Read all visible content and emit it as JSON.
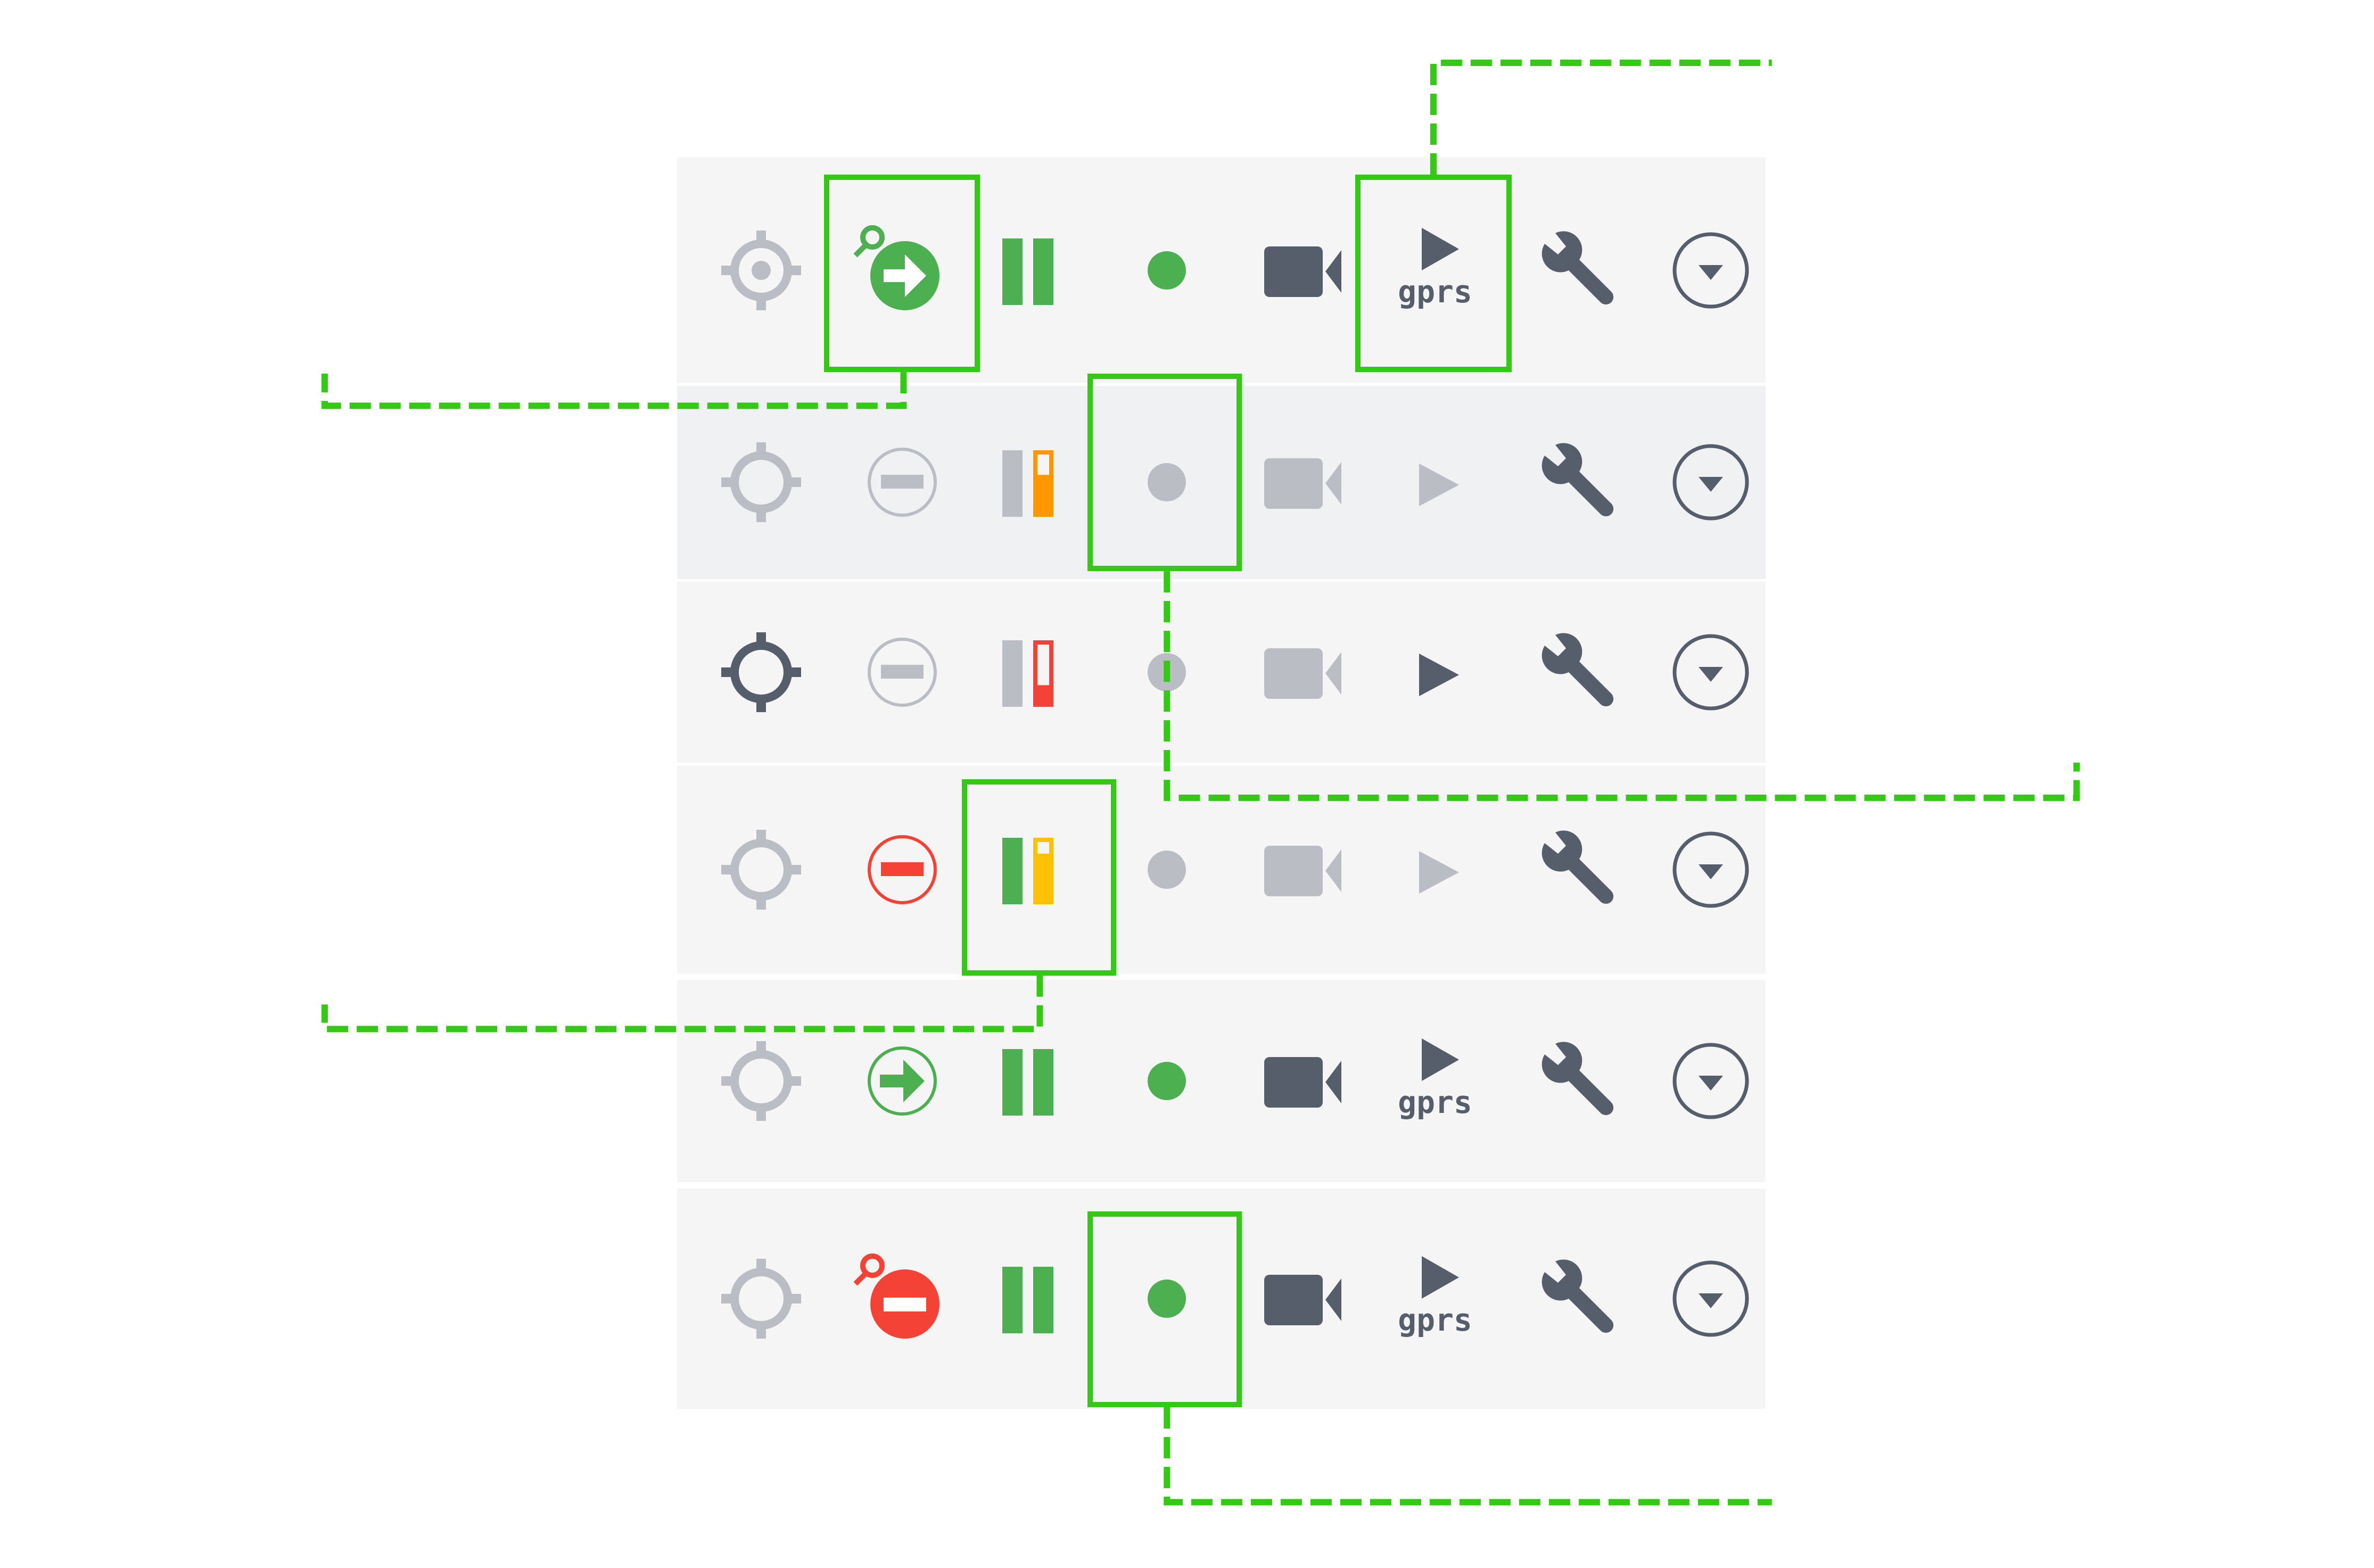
{
  "colors": {
    "accent_highlight": "#33c914",
    "green": "#4caf50",
    "red": "#f44336",
    "orange": "#ff9800",
    "yellow": "#ffc107",
    "dark": "#565d6b",
    "muted": "#babdc4",
    "row_bg_a": "#f5f5f5",
    "row_bg_b": "#f0f1f3"
  },
  "rows": [
    {
      "name": "device-row-1",
      "bg": "#f5f5f5",
      "locate": {
        "state": "inactive-dot"
      },
      "connection": {
        "icon": "arrow-right-circle-filled-with-key",
        "color": "green"
      },
      "signal": {
        "left": "green",
        "right": "green",
        "battery_fill": 1.0
      },
      "status_dot": "green",
      "camera": "dark",
      "play": {
        "color": "dark",
        "label": "gprs"
      },
      "wrench": "dark",
      "menu": "dark"
    },
    {
      "name": "device-row-2",
      "bg": "#f0f1f3",
      "locate": {
        "state": "inactive"
      },
      "connection": {
        "icon": "minus-circle-outline",
        "color": "muted"
      },
      "signal": {
        "left": "muted",
        "right": "orange",
        "battery_fill": 0.65
      },
      "status_dot": "muted",
      "camera": "muted",
      "play": {
        "color": "muted",
        "label": ""
      },
      "wrench": "dark",
      "menu": "dark"
    },
    {
      "name": "device-row-3",
      "bg": "#f5f5f5",
      "locate": {
        "state": "active"
      },
      "connection": {
        "icon": "minus-circle-outline",
        "color": "muted"
      },
      "signal": {
        "left": "muted",
        "right": "red",
        "battery_fill": 0.3
      },
      "status_dot": "muted",
      "camera": "muted",
      "play": {
        "color": "dark",
        "label": ""
      },
      "wrench": "dark",
      "menu": "dark"
    },
    {
      "name": "device-row-4",
      "bg": "#f5f5f5",
      "locate": {
        "state": "inactive"
      },
      "connection": {
        "icon": "minus-circle-outline",
        "color": "red"
      },
      "signal": {
        "left": "green",
        "right": "yellow",
        "battery_fill": 0.8
      },
      "status_dot": "muted",
      "camera": "muted",
      "play": {
        "color": "muted",
        "label": ""
      },
      "wrench": "dark",
      "menu": "dark"
    },
    {
      "name": "device-row-5",
      "bg": "#f5f5f5",
      "locate": {
        "state": "inactive"
      },
      "connection": {
        "icon": "arrow-right-circle-outline",
        "color": "green"
      },
      "signal": {
        "left": "green",
        "right": "green",
        "battery_fill": 1.0
      },
      "status_dot": "green",
      "camera": "dark",
      "play": {
        "color": "dark",
        "label": "gprs"
      },
      "wrench": "dark",
      "menu": "dark"
    },
    {
      "name": "device-row-6",
      "bg": "#f5f5f5",
      "locate": {
        "state": "inactive"
      },
      "connection": {
        "icon": "minus-circle-filled-with-key",
        "color": "red"
      },
      "signal": {
        "left": "green",
        "right": "green",
        "battery_fill": 1.0
      },
      "status_dot": "green",
      "camera": "dark",
      "play": {
        "color": "dark",
        "label": "gprs"
      },
      "wrench": "dark",
      "menu": "dark"
    }
  ],
  "highlights": [
    {
      "row": 0,
      "column": "connection"
    },
    {
      "row": 0,
      "column": "play"
    },
    {
      "row": 1,
      "column": "status_dot"
    },
    {
      "row": 3,
      "column": "signal"
    },
    {
      "row": 5,
      "column": "status_dot"
    }
  ]
}
